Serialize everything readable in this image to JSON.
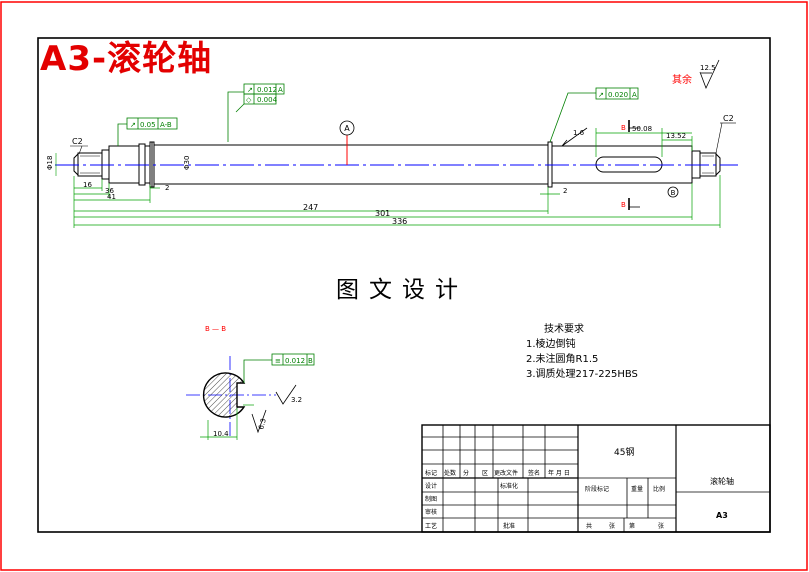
{
  "header": {
    "title": "A3-滚轮轴"
  },
  "center_title": "图文设计",
  "surface_note": {
    "text": "其余",
    "value": "12.5"
  },
  "tech_requirements": {
    "title": "技术要求",
    "items": [
      "1.棱边倒钝",
      "2.未注圆角R1.5",
      "3.调质处理217-225HBS"
    ]
  },
  "tolerances": {
    "runout_1": "0.012",
    "ref_1": "A",
    "cyl_1": "0.004",
    "runout_left": "0.05",
    "ref_left": "A-B",
    "runout_right": "0.020",
    "ref_right": "A",
    "sym_section": "0.012",
    "ref_section": "B"
  },
  "datums": {
    "a": "A",
    "b": "B"
  },
  "chamfers": {
    "left": "C2",
    "right": "C2"
  },
  "dimensions": {
    "d16": "16",
    "d36": "36",
    "d41": "41",
    "d247": "247",
    "d301": "301",
    "d336": "336",
    "g2a": "2",
    "g2b": "2",
    "key_50": "50.08",
    "key_13": "13.52",
    "dia_left": "Φ18",
    "dia_mid": "Φ30",
    "rough_1_6": "1.6",
    "sec_width": "10.4",
    "sec_3_2": "3.2",
    "sec_6_3": "6.3"
  },
  "section_label": "B — B",
  "section_cut_label": "B",
  "title_block": {
    "material": "45钢",
    "part_name": "滚轮轴",
    "sheet_size": "A3",
    "labels": {
      "mark": "标记",
      "count": "处数",
      "zone": "分",
      "zone2": "区",
      "change_doc": "更改文件",
      "sign": "签名",
      "date": "年 月 日",
      "design": "设计",
      "standardize": "标准化",
      "drawing": "制图",
      "review": "审核",
      "process": "工艺",
      "approve": "批准",
      "stage_mark": "阶段标记",
      "weight": "重量",
      "scale": "比例",
      "total": "共",
      "sheet": "张",
      "page_no": "第",
      "sheet2": "张"
    }
  }
}
